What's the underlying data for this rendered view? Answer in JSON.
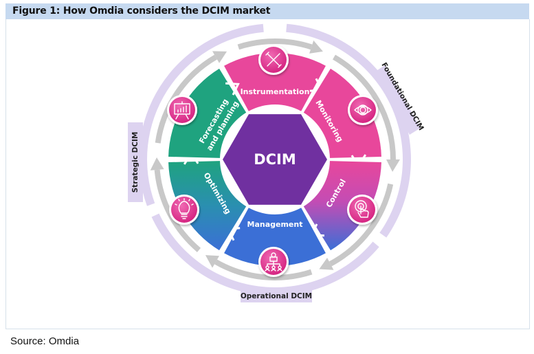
{
  "figure": {
    "title": "Figure 1: How Omdia considers the DCIM market",
    "source": "Source: Omdia"
  },
  "diagram": {
    "center": {
      "label": "DCIM",
      "color": "#7030a0"
    },
    "segments": [
      {
        "label": "Instrumentation",
        "icon": "tools-icon"
      },
      {
        "label": "Monitoring",
        "icon": "eye-icon"
      },
      {
        "label": "Control",
        "icon": "touch-icon"
      },
      {
        "label": "Management",
        "icon": "org-chart-icon"
      },
      {
        "label": "Optimizing",
        "icon": "lightbulb-icon"
      },
      {
        "label": "Forecasting",
        "label2": "and planning",
        "icon": "presentation-chart-icon"
      }
    ],
    "bands": [
      {
        "label": "Foundational DCIM"
      },
      {
        "label": "Operational DCIM"
      },
      {
        "label": "Strategic DCIM"
      }
    ],
    "colors": {
      "pink": "#e8479b",
      "green": "#1fa37f",
      "blue": "#3b6fd6",
      "purple": "#7030a0",
      "band": "#ddd3f0",
      "arrow": "#c8c8c8",
      "icon": "#e2358f"
    }
  }
}
